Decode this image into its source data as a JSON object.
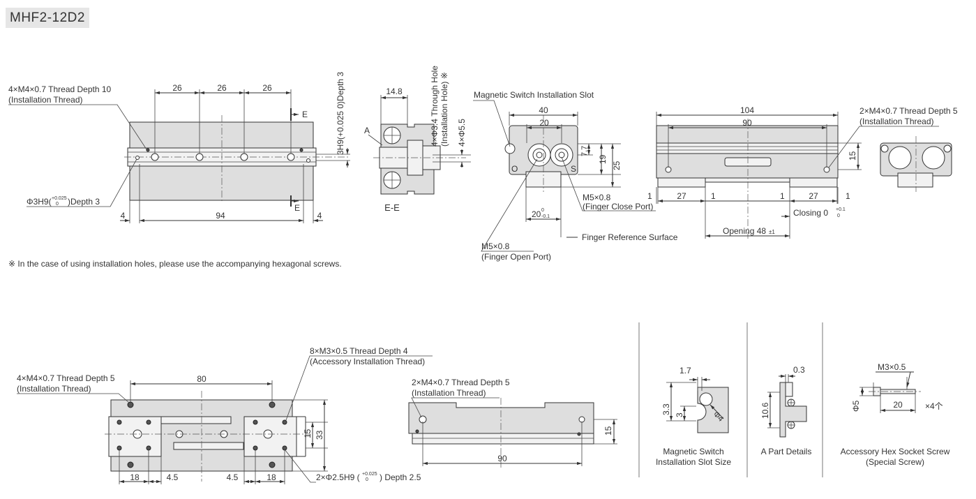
{
  "title": "MHF2-12D2",
  "note": "※ In the case of using installation holes, please use the accompanying hexagonal screws.",
  "top_left_view": {
    "callout_thread_line1": "4×M4×0.7 Thread Depth 10",
    "callout_thread_line2": "(Installation Thread)",
    "callout_pin_hole": "Φ3H9(+0.025 0)Depth 3",
    "callout_pin_hole_base": "Φ3H9(",
    "callout_pin_hole_tol_up": "+0.025",
    "callout_pin_hole_tol_low": "0",
    "callout_pin_hole_tail": ")Depth 3",
    "vertical_note": "3H9(+0.025 0)Depth 3",
    "dim_pitch_1": "26",
    "dim_pitch_2": "26",
    "dim_pitch_3": "26",
    "dim_left": "4",
    "dim_total": "94",
    "dim_right": "4",
    "section_mark_top": "E",
    "section_mark_bottom": "E"
  },
  "section_view": {
    "dim_width": "14.8",
    "label_a": "A",
    "vertical_through_hole": "4×Φ3.4 Through Hole",
    "vertical_install_hole": "(Installation Hole) ※",
    "vertical_counterbore": "4×Φ5.5",
    "caption": "E-E"
  },
  "end_view": {
    "callout_slot": "Magnetic Switch Installation Slot",
    "dim_40": "40",
    "dim_20": "20",
    "dim_7_7": "7.7",
    "dim_19": "19",
    "dim_25": "25",
    "label_o": "O",
    "label_s": "S",
    "callout_close_port_line1": "M5×0.8",
    "callout_close_port_line2": "(Finger Close Port)",
    "dim_bottom_20": "20",
    "dim_bottom_20_tol_up": "0",
    "dim_bottom_20_tol_low": "-0.1",
    "callout_open_port_line1": "M5×0.8",
    "callout_open_port_line2": "(Finger Open Port)",
    "finger_reference": "Finger Reference Surface"
  },
  "side_view": {
    "dim_104": "104",
    "dim_90": "90",
    "dim_15": "15",
    "callout_thread_line1": "2×M4×0.7 Thread Depth 5",
    "callout_thread_line2": "(Installation Thread)",
    "dim_1_a": "1",
    "dim_27_a": "27",
    "dim_1_b": "1",
    "dim_1_c": "1",
    "dim_27_b": "27",
    "dim_1_d": "1",
    "closing_label": "Closing 0",
    "closing_tol_up": "+0.1",
    "closing_tol_low": "0",
    "opening_label": "Opening 48",
    "opening_tol": "±1"
  },
  "bottom_view": {
    "callout_thread_line1": "4×M4×0.7 Thread Depth 5",
    "callout_thread_line2": "(Installation Thread)",
    "callout_m3_line1": "8×M3×0.5 Thread Depth 4",
    "callout_m3_line2": "(Accessory Installation Thread)",
    "dim_80": "80",
    "dim_15": "15",
    "dim_33": "33",
    "dim_18_a": "18",
    "dim_4_5_a": "4.5",
    "dim_4_5_b": "4.5",
    "dim_18_b": "18",
    "callout_pin": "2×Φ2.5H9 (+0.025 0) Depth 2.5",
    "callout_pin_base": "2×Φ2.5H9 (",
    "callout_pin_tol_up": "+0.025",
    "callout_pin_tol_low": "0",
    "callout_pin_tail": ") Depth 2.5"
  },
  "front_view": {
    "callout_thread_line1": "2×M4×0.7 Thread Depth 5",
    "callout_thread_line2": "(Installation Thread)",
    "dim_90": "90",
    "dim_15": "15"
  },
  "detail_slot": {
    "dim_1_7": "1.7",
    "dim_3_3": "3.3",
    "dim_3": "3",
    "dim_phi4": "Φ4",
    "caption_line1": "Magnetic Switch",
    "caption_line2": "Installation Slot Size"
  },
  "detail_a": {
    "dim_0_3": "0.3",
    "dim_10_6": "10.6",
    "caption": "A Part Details"
  },
  "detail_screw": {
    "dim_m3": "M3×0.5",
    "dim_phi5": "Φ5",
    "dim_20": "20",
    "quantity": "×4个",
    "caption_line1": "Accessory Hex Socket Screw",
    "caption_line2": "(Special Screw)"
  },
  "colors": {
    "body_fill": "#dedede",
    "title_bg": "#e6e6e6",
    "line": "#333333"
  }
}
